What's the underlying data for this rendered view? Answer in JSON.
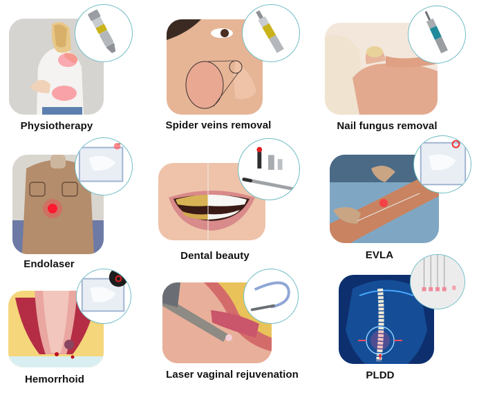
{
  "treatments": [
    {
      "label": "Physiotherapy",
      "photo": "woman-back-neck-pain",
      "inset": "handpiece-yellow-band"
    },
    {
      "label": "Spider veins removal",
      "photo": "face-cheek-spider-veins",
      "inset": "handpiece-yellow-tip"
    },
    {
      "label": "Nail fungus removal",
      "photo": "toenail-fungus-foot",
      "inset": "handpiece-teal-band"
    },
    {
      "label": "Endolaser",
      "photo": "chin-neck-red-laser",
      "inset": "sterile-fiber-pack"
    },
    {
      "label": "Dental beauty",
      "photo": "teeth-before-after-smile",
      "inset": "dental-tips-handpiece"
    },
    {
      "label": "EVLA",
      "photo": "leg-vein-laser-procedure",
      "inset": "sterile-fiber-pack"
    },
    {
      "label": "Hemorrhoid",
      "photo": "hemorrhoid-anatomy-diagram",
      "inset": "sterile-fiber-pack-black"
    },
    {
      "label": "Laser vaginal rejuvenation",
      "photo": "vaginal-anatomy-probe",
      "inset": "blue-fiber-handpiece"
    },
    {
      "label": "PLDD",
      "photo": "spine-xray-blue-body",
      "inset": "pldd-needles"
    }
  ],
  "colors": {
    "inset_border": "#6fbcc4",
    "label_text": "#111111",
    "laser_red": "#ff2030"
  }
}
